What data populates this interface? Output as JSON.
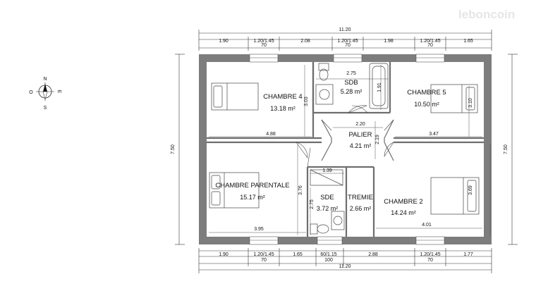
{
  "watermark": "leboncoin",
  "compass": {
    "n": "N",
    "s": "S",
    "e": "E",
    "w": "O"
  },
  "rooms": [
    {
      "name": "CHAMBRE 4",
      "area": "13.18 m²"
    },
    {
      "name": "SDB",
      "area": "5.28 m²"
    },
    {
      "name": "CHAMBRE 5",
      "area": "10.50 m²"
    },
    {
      "name": "PALIER",
      "area": "4.21 m²"
    },
    {
      "name": "CHAMBRE PARENTALE",
      "area": "15.17 m²"
    },
    {
      "name": "SDE",
      "area": "3.72 m²"
    },
    {
      "name": "TREMIE",
      "area": "2.66 m²"
    },
    {
      "name": "CHAMBRE 2",
      "area": "14.24 m²"
    }
  ],
  "dims": {
    "total_width": "11.20",
    "total_height": "7.50",
    "top_segments": [
      "1.90",
      "1.20/1.45",
      "2.08",
      "1.20/1.45",
      "1.98",
      "1.20/1.45",
      "1.65"
    ],
    "top_windows": [
      "70",
      "70",
      "70"
    ],
    "bottom_segments": [
      "1.90",
      "1.20/1.45",
      "1.65",
      "60/1.15",
      "2.88",
      "1.20/1.45",
      "1.77"
    ],
    "bottom_windows": [
      "70",
      "100",
      "70"
    ],
    "inner": {
      "sdb_width": "2.75",
      "sdb_tub": "1.91",
      "ch4_depth": "3.03",
      "ch5_depth": "3.10",
      "ch4_width": "4.88",
      "palier_width": "2.20",
      "palier_depth": "2.19",
      "ch5_width": "3.47",
      "sde_width": "1.39",
      "parentale_depth": "3.76",
      "sde_depth": "2.75",
      "ch2_depth": "3.69",
      "parentale_width": "3.95",
      "ch2_width": "4.01"
    }
  }
}
